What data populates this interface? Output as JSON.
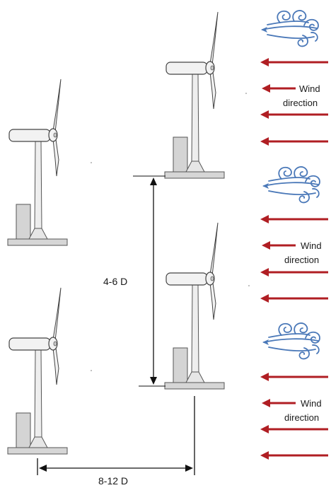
{
  "wind_labels": [
    {
      "line1": "Wind",
      "line2": "direction"
    },
    {
      "line1": "Wind",
      "line2": "direction"
    },
    {
      "line1": "Wind",
      "line2": "direction"
    }
  ],
  "dimensions": {
    "vertical_label": "4-6 D",
    "horizontal_label": "8-12 D"
  },
  "colors": {
    "arrow": "#b01e23",
    "dimension_line": "#111111",
    "turbine_fill": "#f2f2f2",
    "turbine_stroke": "#444444",
    "ground": "#d6d6d6",
    "building": "#d4d4d4",
    "wind_icon": "#4a78b8"
  }
}
